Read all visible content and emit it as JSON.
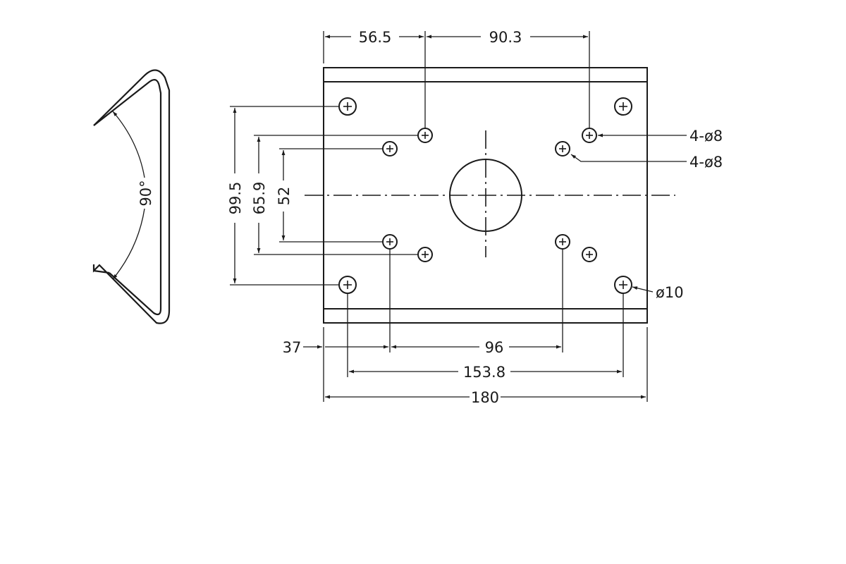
{
  "dimensions": {
    "top_left": "56.5",
    "top_right": "90.3",
    "vert_outer": "99.5",
    "vert_mid": "65.9",
    "vert_inner": "52",
    "bottom_left": "37",
    "bottom_mid": "96",
    "bottom_span": "153.8",
    "bottom_total": "180",
    "side_angle": "90°"
  },
  "callouts": {
    "holes_a": "4-ø8",
    "holes_b": "4-ø8",
    "hole_single": "ø10"
  }
}
